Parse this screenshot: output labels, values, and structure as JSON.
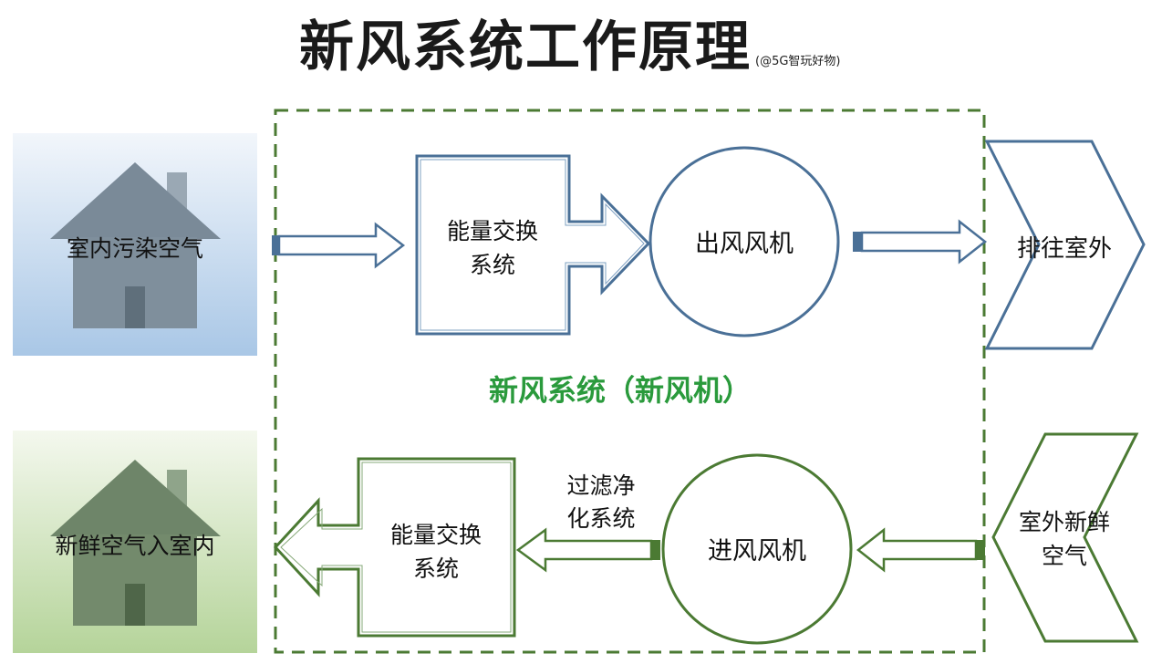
{
  "title": "新风系统工作原理",
  "credit": "(@5G智玩好物)",
  "top_flow": {
    "indoor_house_label": "室内污染空气",
    "energy_exchange_lines": [
      "能量交换",
      "系统"
    ],
    "exhaust_fan_label": "出风风机",
    "exhaust_target_label": "排往室外"
  },
  "center_label": "新风系统（新风机）",
  "bottom_flow": {
    "fresh_indoor_label": "新鲜空气入室内",
    "energy_exchange_lines": [
      "能量交换",
      "系统"
    ],
    "filter_lines": [
      "过滤净",
      "化系统"
    ],
    "intake_fan_label": "进风风机",
    "outdoor_source_lines": [
      "室外新鲜",
      "空气"
    ]
  },
  "colors": {
    "top_stroke": "#4a7097",
    "bottom_stroke": "#4b7a33",
    "center_label": "#2a9a3c",
    "dashed_box": "#4b7a33"
  }
}
